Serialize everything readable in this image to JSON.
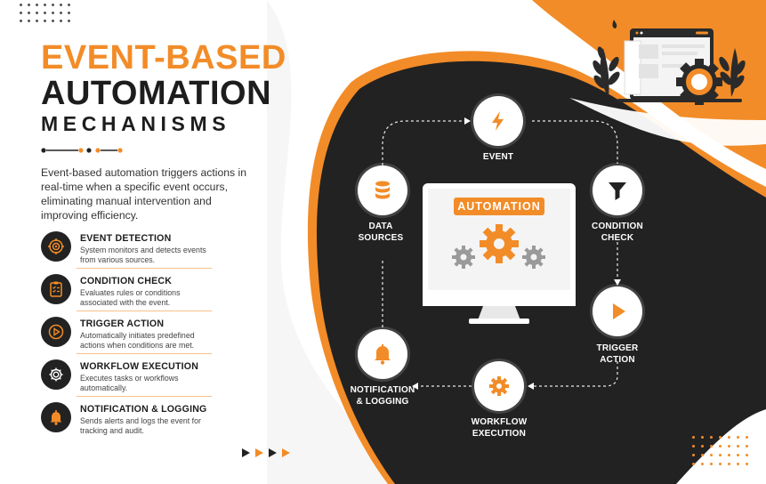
{
  "title": {
    "line1": "EVENT-BASED",
    "line2": "AUTOMATION",
    "line3": "MECHANISMS"
  },
  "intro": "Event-based automation triggers actions in real-time when a specific event occurs, eliminating manual intervention and improving efficiency.",
  "steps": [
    {
      "title": "EVENT DETECTION",
      "desc": "System monitors and detects events from various sources.",
      "icon": "target-icon"
    },
    {
      "title": "CONDITION CHECK",
      "desc": "Evaluates rules or conditions associated with the event.",
      "icon": "clipboard-icon"
    },
    {
      "title": "TRIGGER ACTION",
      "desc": "Automatically initiates predefined actions when conditions are met.",
      "icon": "play-icon"
    },
    {
      "title": "WORKFLOW EXECUTION",
      "desc": "Executes tasks or workflows automatically.",
      "icon": "gear-icon"
    },
    {
      "title": "NOTIFICATION & LOGGING",
      "desc": "Sends alerts and logs the event for tracking and audit.",
      "icon": "bell-icon"
    }
  ],
  "cycle": {
    "center_label": "AUTOMATION",
    "nodes": [
      {
        "line1": "EVENT",
        "line2": "",
        "icon": "lightning-icon"
      },
      {
        "line1": "CONDITION",
        "line2": "CHECK",
        "icon": "funnel-icon"
      },
      {
        "line1": "TRIGGER",
        "line2": "ACTION",
        "icon": "play-icon"
      },
      {
        "line1": "WORKFLOW",
        "line2": "EXECUTION",
        "icon": "gear-icon"
      },
      {
        "line1": "NOTIFICATION",
        "line2": "& LOGGING",
        "icon": "bell-icon"
      },
      {
        "line1": "DATA",
        "line2": "SOURCES",
        "icon": "database-icon"
      }
    ]
  },
  "colors": {
    "accent": "#f28c28",
    "dark": "#222222",
    "text": "#1d1d1d",
    "white": "#ffffff"
  }
}
